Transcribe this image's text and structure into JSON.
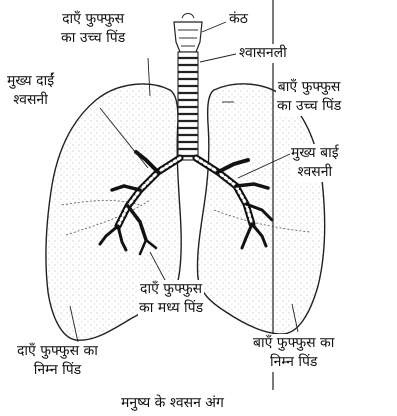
{
  "labels": {
    "right_upper_lobe": {
      "line1": "दाएँ फुफ्फुस",
      "line2": "का उच्च पिंड"
    },
    "larynx": "कंठ",
    "trachea": "श्वासनली",
    "right_main_bronchus": {
      "line1": "मुख्य दाईं",
      "line2": "श्वसनी"
    },
    "left_upper_lobe": {
      "line1": "बाएँ फुफ्फुस",
      "line2": "का उच्च पिंड"
    },
    "left_main_bronchus": {
      "line1": "मुख्य बाई",
      "line2": "श्वसनी"
    },
    "right_middle_lobe": {
      "line1": "दाएँ फुफ्फुस",
      "line2": "का मध्य पिंड"
    },
    "right_lower_lobe": {
      "line1": "दाएँ फुफ्फुस का",
      "line2": "निम्न पिंड"
    },
    "left_lower_lobe": {
      "line1": "बाएँ फुफ्फुस का",
      "line2": "निम्न पिंड"
    }
  },
  "caption": "मनुष्य के श्वसन अंग"
}
